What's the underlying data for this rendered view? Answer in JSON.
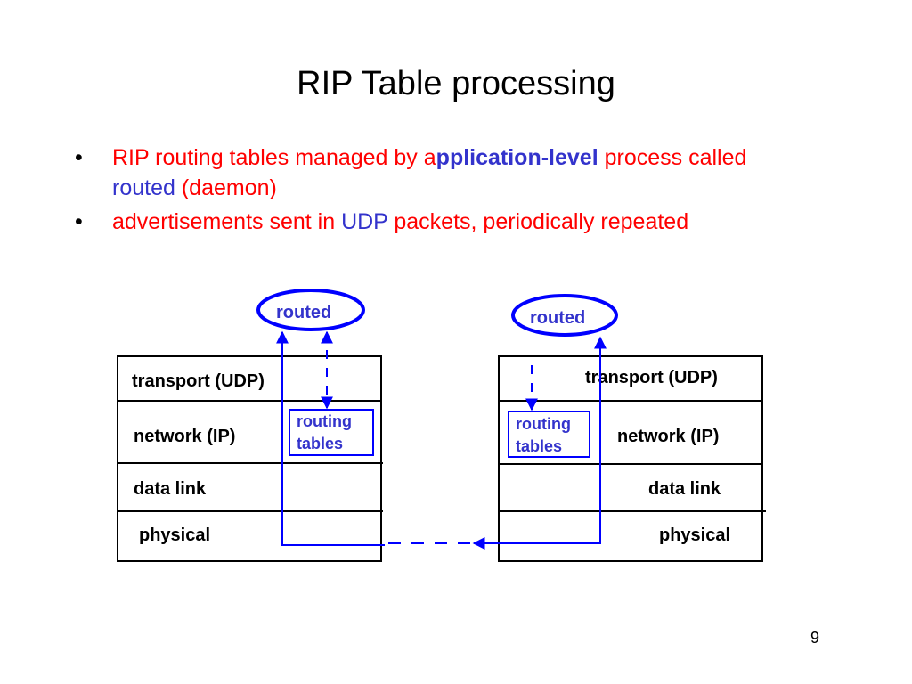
{
  "slide": {
    "title": "RIP Table processing",
    "page_number": "9",
    "colors": {
      "red": "#ff0000",
      "blue": "#3333cc",
      "diagram_blue": "#0000ff",
      "black": "#000000"
    }
  },
  "bullets": [
    {
      "segments": [
        {
          "text": "RIP routing tables managed by ",
          "color": "red"
        },
        {
          "text": "a",
          "color": "red"
        },
        {
          "text": "pplication-level",
          "color": "blue",
          "bold": true
        },
        {
          "text": " process called ",
          "color": "red"
        },
        {
          "text": "routed",
          "color": "blue"
        },
        {
          "text": " (daemon)",
          "color": "red"
        }
      ]
    },
    {
      "segments": [
        {
          "text": "advertisements sent in ",
          "color": "red"
        },
        {
          "text": "UDP",
          "color": "blue"
        },
        {
          "text": " packets, periodically repeated",
          "color": "red"
        }
      ]
    }
  ],
  "diagram": {
    "left_host": {
      "daemon": "routed",
      "layers": [
        "transport (UDP)",
        "network (IP)",
        "data link",
        "physical"
      ],
      "routing_tables": [
        "routing",
        "tables"
      ]
    },
    "right_host": {
      "daemon": "routed",
      "layers": [
        "transport (UDP)",
        "network (IP)",
        "data link",
        "physical"
      ],
      "routing_tables": [
        "routing",
        "tables"
      ]
    }
  }
}
